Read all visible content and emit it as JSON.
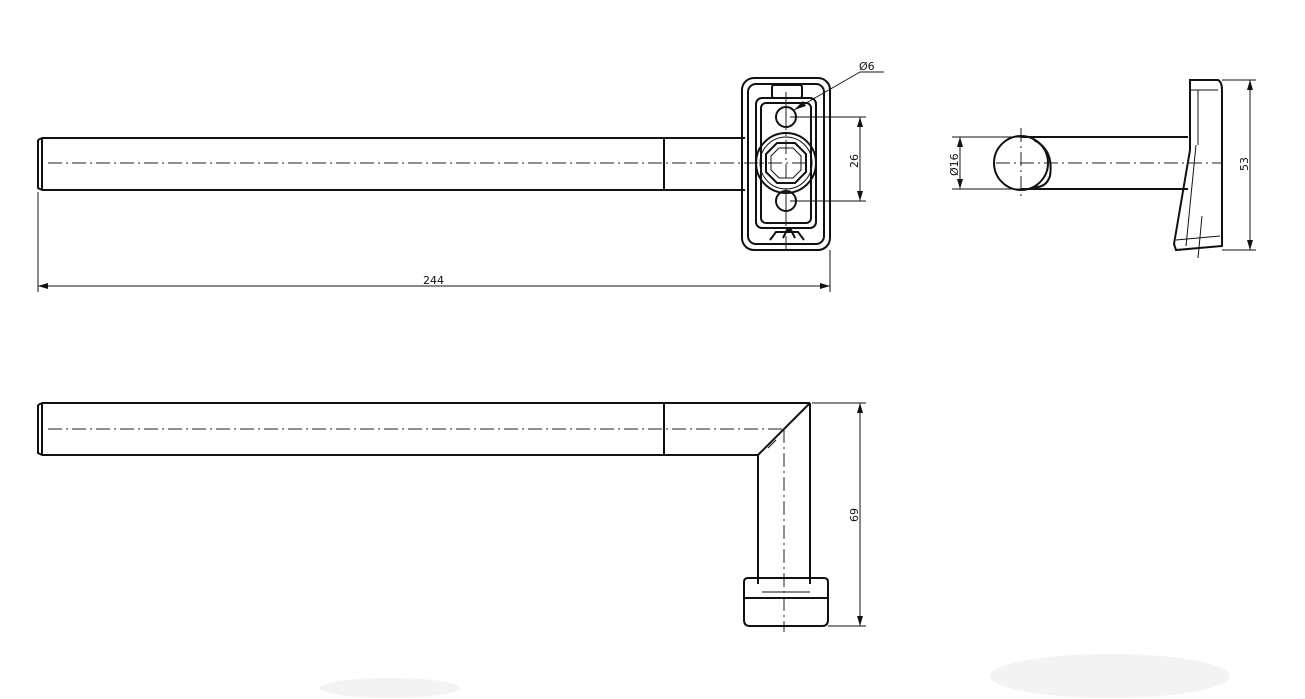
{
  "dimensions": {
    "overall_length": "244",
    "hole_diameter": "Ø6",
    "hole_spacing": "26",
    "tube_diameter": "Ø16",
    "side_height": "53",
    "front_height": "69"
  },
  "views": [
    "top-view",
    "side-view",
    "front-view"
  ]
}
